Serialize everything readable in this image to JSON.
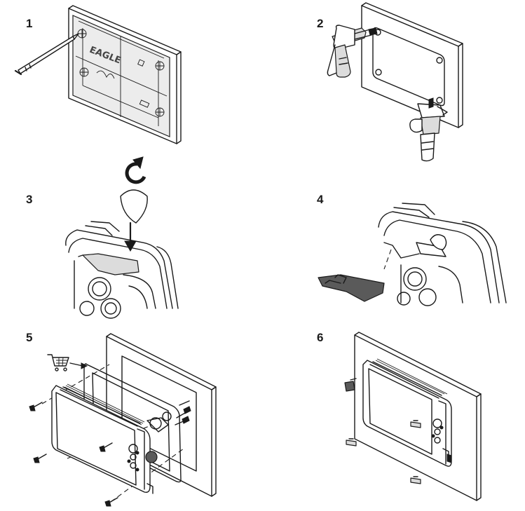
{
  "steps": [
    {
      "number": "1"
    },
    {
      "number": "2"
    },
    {
      "number": "3"
    },
    {
      "number": "4"
    },
    {
      "number": "5"
    },
    {
      "number": "6"
    }
  ],
  "template_brand": "EAGLE"
}
